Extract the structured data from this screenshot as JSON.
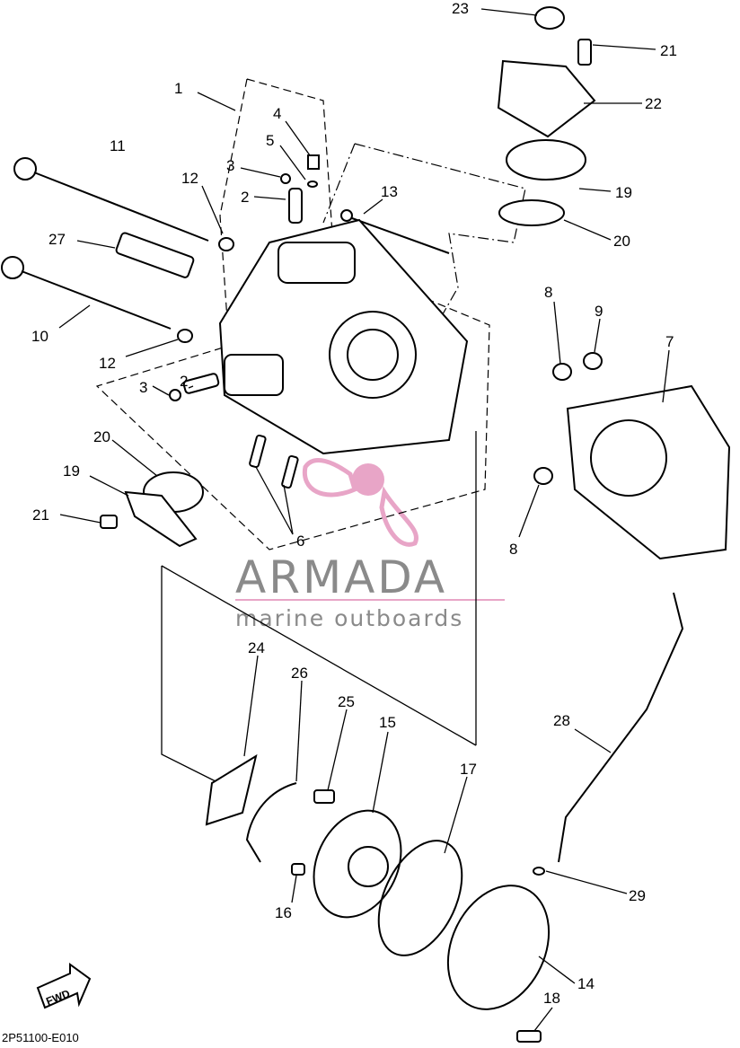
{
  "diagram": {
    "drawing_code": "2P51100-E010",
    "watermark": {
      "brand": "ARMADA",
      "tagline": "marine outboards",
      "accent_color": "#e8a5c7",
      "text_color": "#8a8a8a"
    },
    "fwd_label": "FWD",
    "callouts": [
      {
        "id": "c1",
        "label": "1"
      },
      {
        "id": "c2a",
        "label": "2"
      },
      {
        "id": "c2b",
        "label": "2"
      },
      {
        "id": "c3a",
        "label": "3"
      },
      {
        "id": "c3b",
        "label": "3"
      },
      {
        "id": "c4",
        "label": "4"
      },
      {
        "id": "c5",
        "label": "5"
      },
      {
        "id": "c6",
        "label": "6"
      },
      {
        "id": "c7",
        "label": "7"
      },
      {
        "id": "c8a",
        "label": "8"
      },
      {
        "id": "c8b",
        "label": "8"
      },
      {
        "id": "c9",
        "label": "9"
      },
      {
        "id": "c10",
        "label": "10"
      },
      {
        "id": "c11",
        "label": "11"
      },
      {
        "id": "c12a",
        "label": "12"
      },
      {
        "id": "c12b",
        "label": "12"
      },
      {
        "id": "c13",
        "label": "13"
      },
      {
        "id": "c14",
        "label": "14"
      },
      {
        "id": "c15",
        "label": "15"
      },
      {
        "id": "c16",
        "label": "16"
      },
      {
        "id": "c17",
        "label": "17"
      },
      {
        "id": "c18",
        "label": "18"
      },
      {
        "id": "c19a",
        "label": "19"
      },
      {
        "id": "c19b",
        "label": "19"
      },
      {
        "id": "c20a",
        "label": "20"
      },
      {
        "id": "c20b",
        "label": "20"
      },
      {
        "id": "c21a",
        "label": "21"
      },
      {
        "id": "c21b",
        "label": "21"
      },
      {
        "id": "c22",
        "label": "22"
      },
      {
        "id": "c23",
        "label": "23"
      },
      {
        "id": "c24",
        "label": "24"
      },
      {
        "id": "c25",
        "label": "25"
      },
      {
        "id": "c26",
        "label": "26"
      },
      {
        "id": "c27",
        "label": "27"
      },
      {
        "id": "c28",
        "label": "28"
      },
      {
        "id": "c29",
        "label": "29"
      }
    ]
  }
}
